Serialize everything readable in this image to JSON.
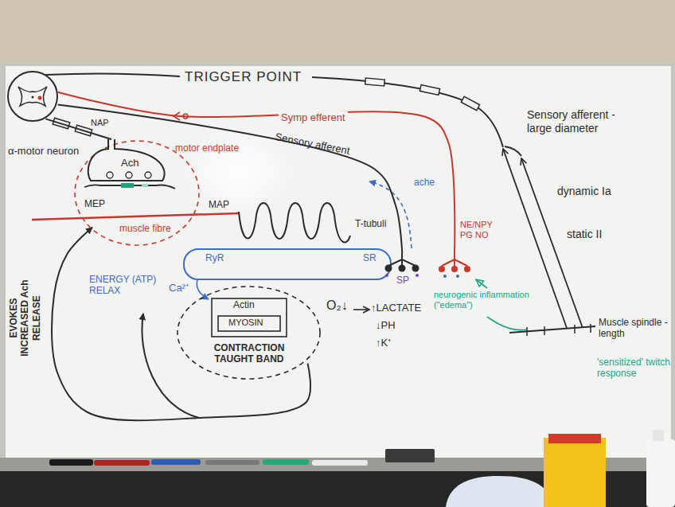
{
  "diagram": {
    "title": "TRIGGER POINT",
    "nodes": [
      {
        "text": [
          "α-motor neuron"
        ]
      },
      {
        "text": [
          "Ach",
          "motor endplate",
          "MEP"
        ]
      },
      {
        "text": [
          "RyR",
          "SR"
        ]
      },
      {
        "text": [
          "CONTRACTION TAUGHT BAND"
        ]
      },
      {
        "text": [
          "Actin"
        ],
        "in": 3
      },
      {
        "text": [
          "MYOSIN"
        ],
        "in": 4
      },
      {
        "text": [
          "SP"
        ]
      },
      {
        "text": [
          "NE/NPY PG NO"
        ]
      }
    ],
    "edges": [
      {
        "from": 0,
        "to": 1,
        "arrow": "none",
        "label": "NAP"
      },
      {
        "from": 0,
        "to": 6,
        "arrow": "none",
        "label": "Sensory afferent"
      },
      {
        "from": 0,
        "to": 7,
        "arrow": "none",
        "label": "Symp efferent"
      },
      {
        "from": 3,
        "to": 1,
        "arrow": "to",
        "label": "EVOKES INCREASED Ach RELEASE"
      }
    ],
    "labels": [
      "Sensory afferent - large diameter",
      "dynamic Ia",
      "static II",
      "MAP",
      "muscle fibre",
      "T-tubuli",
      "Ca²⁺",
      "ENERGY (ATP) RELAX",
      "O₂↓",
      "↑LACTATE",
      "↓PH",
      "↑K⁺",
      "ache",
      "neurogenic inflammation (\"edema\")",
      "Muscle spindle - length",
      "'sensitized' twitch response"
    ]
  }
}
